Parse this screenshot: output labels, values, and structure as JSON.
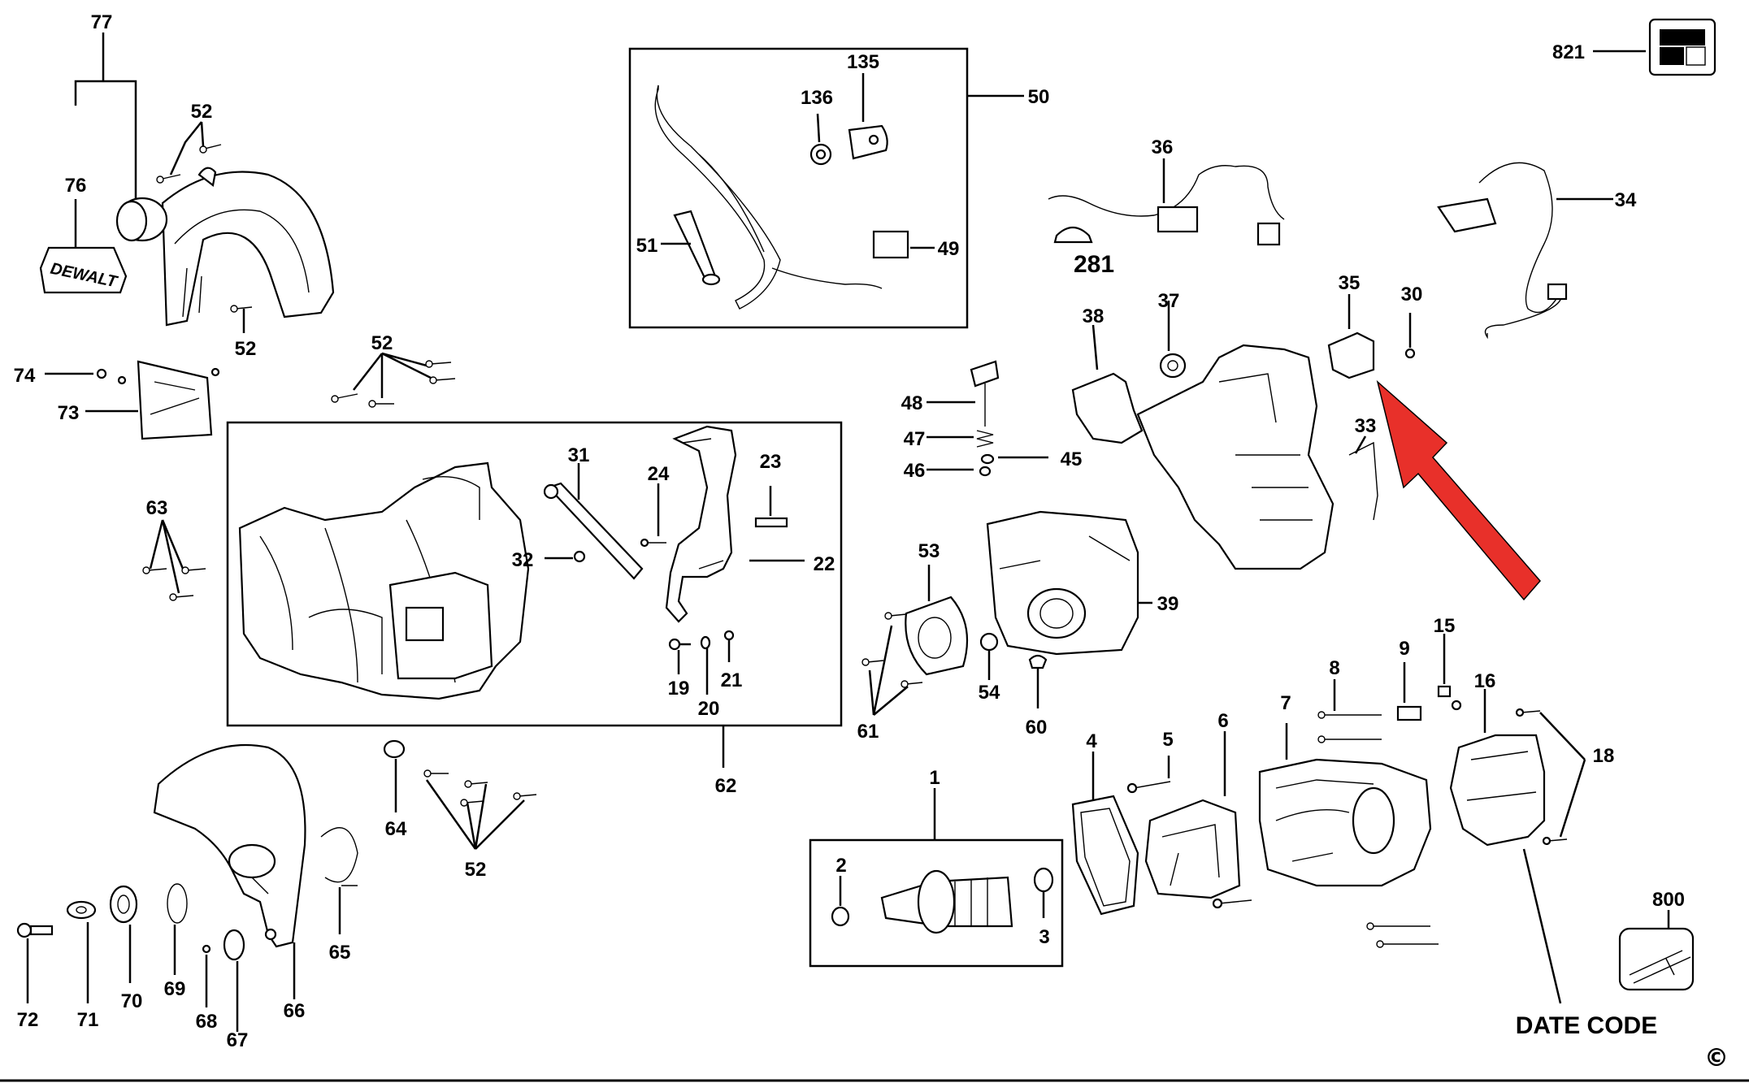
{
  "labels": {
    "l77": "77",
    "l76": "76",
    "l52a": "52",
    "l52b": "52",
    "l52c": "52",
    "l52d": "52",
    "l74": "74",
    "l73": "73",
    "l63": "63",
    "l72": "72",
    "l71": "71",
    "l70": "70",
    "l69": "69",
    "l68": "68",
    "l67": "67",
    "l66": "66",
    "l65": "65",
    "l64": "64",
    "l50": "50",
    "l135": "135",
    "l136": "136",
    "l51": "51",
    "l49": "49",
    "l31": "31",
    "l24": "24",
    "l23": "23",
    "l32": "32",
    "l22": "22",
    "l19": "19",
    "l20": "20",
    "l21": "21",
    "l62": "62",
    "l36": "36",
    "l281": "281",
    "l34": "34",
    "l821": "821",
    "l38": "38",
    "l37": "37",
    "l35": "35",
    "l30": "30",
    "l33": "33",
    "l48": "48",
    "l47": "47",
    "l46": "46",
    "l45": "45",
    "l53": "53",
    "l39": "39",
    "l54": "54",
    "l60": "60",
    "l61": "61",
    "l1": "1",
    "l2": "2",
    "l3": "3",
    "l4": "4",
    "l5": "5",
    "l6": "6",
    "l7": "7",
    "l8": "8",
    "l9": "9",
    "l15": "15",
    "l16": "16",
    "l18": "18",
    "l800": "800",
    "date_code": "DATE CODE",
    "copyright": "©",
    "brand_logo": "DEWALT"
  },
  "colors": {
    "arrow": "#e8302a",
    "ink": "#000000"
  },
  "icons": [
    "copyright-symbol",
    "red-pointer-arrow"
  ]
}
